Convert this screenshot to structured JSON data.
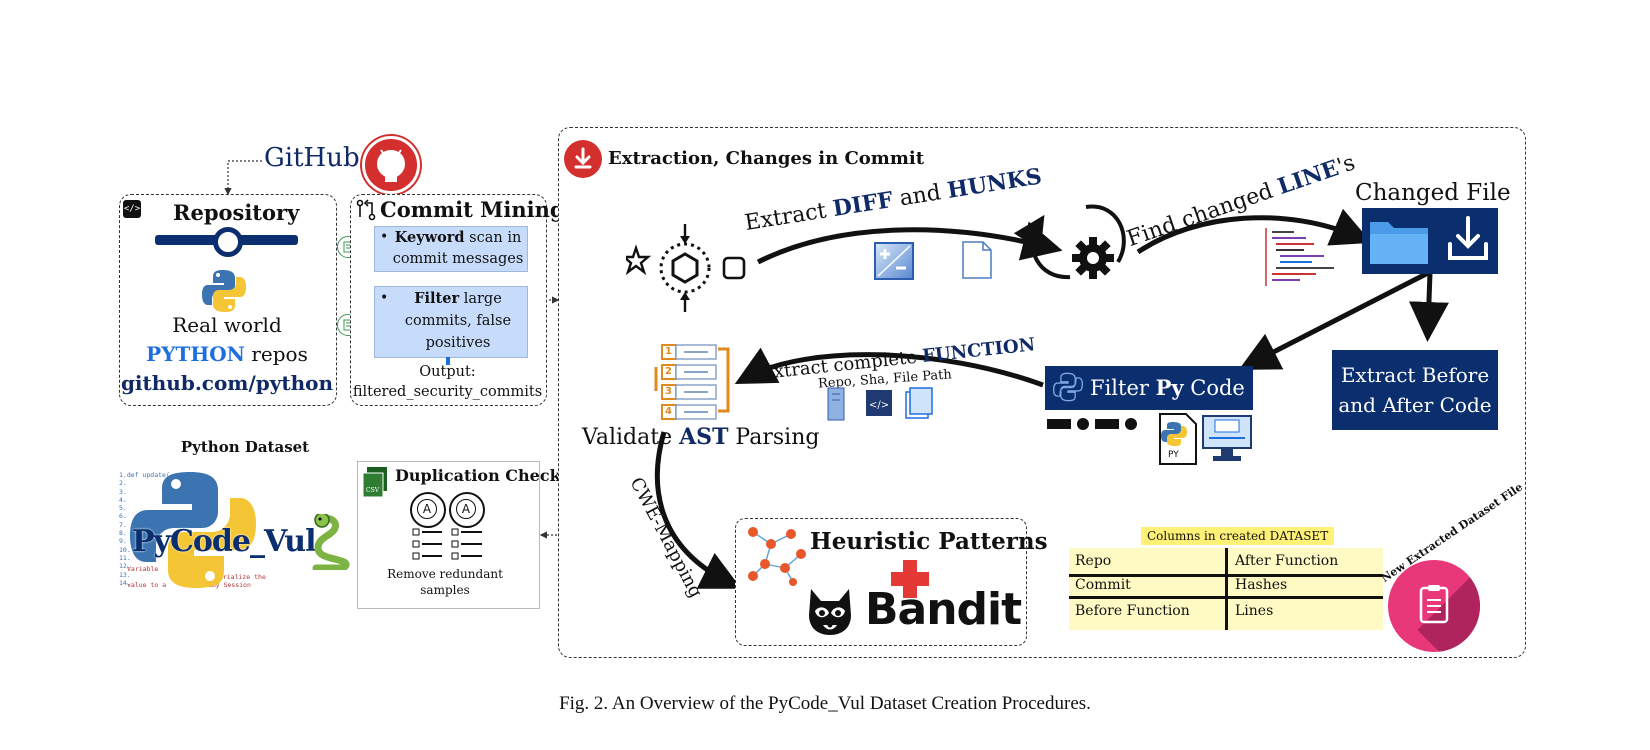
{
  "github": {
    "label": "GitHub"
  },
  "repository": {
    "title": "Repository",
    "line1": "Real world",
    "python_word": "PYTHON",
    "repos_word": " repos",
    "url": "github.com/python"
  },
  "commit_mining": {
    "title": "Commit Mining",
    "bullet1_bold": "Keyword",
    "bullet1_rest": " scan in commit messages",
    "bullet2_bold": "Filter",
    "bullet2_rest": " large commits, false positives",
    "output_label": "Output:",
    "output_value": "filtered_security_commits"
  },
  "extraction": {
    "title": "Extraction, Changes in Commit",
    "extract_diff_prefix": "Extract ",
    "extract_diff_bold1": "DIFF",
    "extract_diff_mid": " and ",
    "extract_diff_bold2": "HUNKS",
    "find_changed_prefix": "Find changed ",
    "find_changed_bold": "LINE",
    "find_changed_suffix": "'s",
    "changed_file": "Changed File",
    "extract_before_after": "Extract Before and After Code",
    "filter_py_prefix": "Filter ",
    "filter_py_bold": "Py",
    "filter_py_suffix": " Code",
    "extract_function_prefix": "Extract complete ",
    "extract_function_bold": "FUNCTION",
    "repo_sha_path": "Repo, Sha, File Path",
    "validate_prefix": "Validate ",
    "validate_bold": "AST",
    "validate_suffix": " Parsing",
    "cwe_mapping": "CWE-Mapping",
    "heuristic": "Heuristic Patterns",
    "bandit": "Bandit",
    "py_tag": "PY",
    "list_numbers": [
      "1",
      "2",
      "3",
      "4"
    ]
  },
  "dataset_table": {
    "title": "Columns in created DATASET",
    "rows": [
      [
        "Repo",
        "After Function"
      ],
      [
        "Commit",
        "Hashes"
      ],
      [
        "Before Function",
        "Lines"
      ]
    ],
    "new_file_label": "New Extracted Dataset File"
  },
  "python_dataset": {
    "title": "Python Dataset",
    "logo_text": "PyCode_Vul",
    "code_lines": [
      "1.def update(",
      "2.",
      "3.",
      "4.",
      "5.",
      "6.",
      "7.",
      "8.",
      "9.",
      "10.",
      "11.",
      "12.",
      "13.",
      "14."
    ],
    "code_fragments": [
      "Variable",
      "Serialize the",
      "value to a",
      "chemy Session"
    ]
  },
  "duplication": {
    "title": "Duplication Check",
    "csv_tag": "CSV",
    "circle_letter": "A",
    "caption": "Remove redundant samples"
  },
  "caption": "Fig. 2.  An Overview of the PyCode_Vul Dataset Creation Procedures.",
  "colors": {
    "navy": "#0b2e6e",
    "accent_blue": "#1d6fe0",
    "light_blue": "#c7dcfa",
    "red": "#d32f2f",
    "yellow": "#fff59d",
    "pink": "#e8387a",
    "cream": "#fff9c4"
  }
}
